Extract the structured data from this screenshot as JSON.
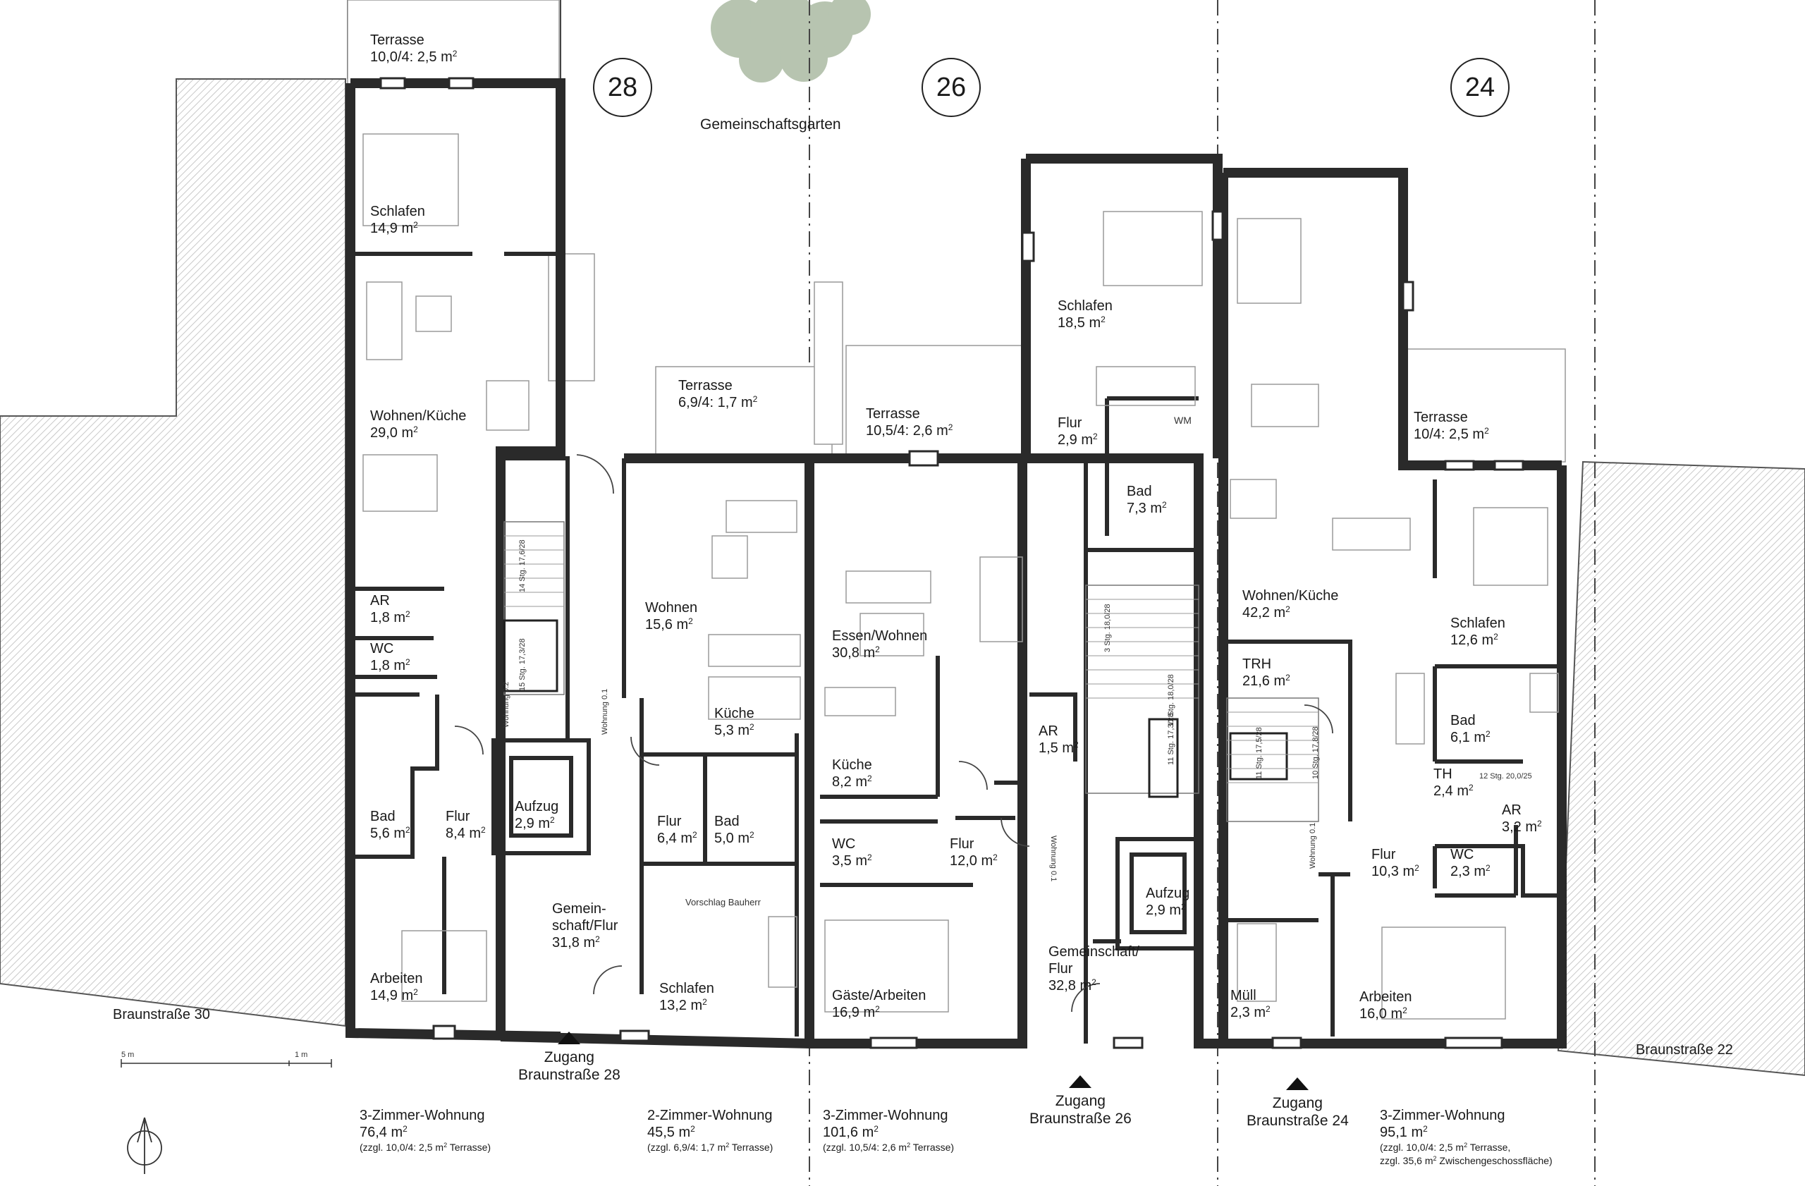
{
  "house_numbers": [
    "28",
    "26",
    "24"
  ],
  "garden_label": "Gemeinschaftsgarten",
  "streets": {
    "left": "Braunstraße 30",
    "right": "Braunstraße 22"
  },
  "scale": {
    "left": "5 m",
    "right": "1 m"
  },
  "rooms": [
    {
      "name": "Terrasse",
      "area": "10,0/4: 2,5 m"
    },
    {
      "name": "Schlafen",
      "area": "14,9 m"
    },
    {
      "name": "Wohnen/Küche",
      "area": "29,0 m"
    },
    {
      "name": "AR",
      "area": "1,8 m"
    },
    {
      "name": "WC",
      "area": "1,8 m"
    },
    {
      "name": "Bad",
      "area": "5,6 m"
    },
    {
      "name": "Flur",
      "area": "8,4 m"
    },
    {
      "name": "Aufzug",
      "area": "2,9 m"
    },
    {
      "name": "Arbeiten",
      "area": "14,9 m"
    },
    {
      "name": "Gemein-",
      "area": "schaft/Flur"
    },
    {
      "name": "",
      "area": "31,8 m"
    },
    {
      "name": "Terrasse",
      "area": "6,9/4: 1,7 m"
    },
    {
      "name": "Wohnen",
      "area": "15,6 m"
    },
    {
      "name": "Küche",
      "area": "5,3 m"
    },
    {
      "name": "Flur",
      "area": "6,4 m"
    },
    {
      "name": "Bad",
      "area": "5,0 m"
    },
    {
      "name": "Schlafen",
      "area": "13,2 m"
    },
    {
      "name": "Terrasse",
      "area": "10,5/4: 2,6 m"
    },
    {
      "name": "Essen/Wohnen",
      "area": "30,8 m"
    },
    {
      "name": "Küche",
      "area": "8,2 m"
    },
    {
      "name": "WC",
      "area": "3,5 m"
    },
    {
      "name": "Flur",
      "area": "12,0 m"
    },
    {
      "name": "Gäste/Arbeiten",
      "area": "16,9 m"
    },
    {
      "name": "Schlafen",
      "area": "18,5 m"
    },
    {
      "name": "Flur",
      "area": "2,9 m"
    },
    {
      "name": "Bad",
      "area": "7,3 m"
    },
    {
      "name": "AR",
      "area": "1,5 m"
    },
    {
      "name": "Aufzug",
      "area": "2,9 m"
    },
    {
      "name": "Gemeinschaft/",
      "area": "Flur"
    },
    {
      "name": "",
      "area": "32,8 m"
    },
    {
      "name": "Wohnen/Küche",
      "area": "42,2 m"
    },
    {
      "name": "TRH",
      "area": "21,6 m"
    },
    {
      "name": "Müll",
      "area": "2,3 m"
    },
    {
      "name": "Flur",
      "area": "10,3 m"
    },
    {
      "name": "Arbeiten",
      "area": "16,0 m"
    },
    {
      "name": "Terrasse",
      "area": "10/4: 2,5 m"
    },
    {
      "name": "Schlafen",
      "area": "12,6 m"
    },
    {
      "name": "Bad",
      "area": "6,1 m"
    },
    {
      "name": "TH",
      "area": "2,4 m"
    },
    {
      "name": "AR",
      "area": "3,2 m"
    },
    {
      "name": "WC",
      "area": "2,3 m"
    }
  ],
  "small_labels": {
    "wm": "WM",
    "vorschlag": "Vorschlag Bauherr",
    "wohnung_02": "Wohnung 0.2",
    "wohnung_01a": "Wohnung 0.1",
    "wohnung_01b": "Wohnung 0.1",
    "wohnung_01c": "Wohnung 0.1",
    "stair_28_up": "14 Stg. 17,6/28",
    "stair_28_down": "15 Stg. 17,3/28",
    "stair_26_a": "3 Stg. 18,0/28",
    "stair_26_b": "11 Stg. 18,0/28",
    "stair_26_c": "11 Stg. 17,3/28",
    "stair_24_a": "11 Stg. 17,5/28",
    "stair_24_b": "10 Stg. 17,8/28",
    "stair_24_c": "12 Stg. 20,0/25"
  },
  "entrances": [
    {
      "line1": "Zugang",
      "line2": "Braunstraße 28"
    },
    {
      "line1": "Zugang",
      "line2": "Braunstraße 26"
    },
    {
      "line1": "Zugang",
      "line2": "Braunstraße 24"
    }
  ],
  "units": [
    {
      "type": "3-Zimmer-Wohnung",
      "area": "76,4 m",
      "note": "(zzgl. 10,0/4: 2,5 m",
      "note_tail": " Terrasse)"
    },
    {
      "type": "2-Zimmer-Wohnung",
      "area": "45,5 m",
      "note": "(zzgl. 6,9/4: 1,7 m",
      "note_tail": " Terrasse)"
    },
    {
      "type": "3-Zimmer-Wohnung",
      "area": "101,6 m",
      "note": "(zzgl. 10,5/4: 2,6 m",
      "note_tail": " Terrasse)"
    },
    {
      "type": "3-Zimmer-Wohnung",
      "area": "95,1 m",
      "note": "(zzgl. 10,0/4: 2,5 m",
      "note_tail": " Terrasse,",
      "note2": "zzgl. 35,6 m",
      "note2_tail": " Zwischengeschossfläche)"
    }
  ],
  "colors": {
    "wall": "#2a2a2a",
    "wall_fill": "#ffffff",
    "neighbor_hatch": "#bdbdbd",
    "furniture": "#9a9a9a",
    "tree": "#8fa386"
  }
}
